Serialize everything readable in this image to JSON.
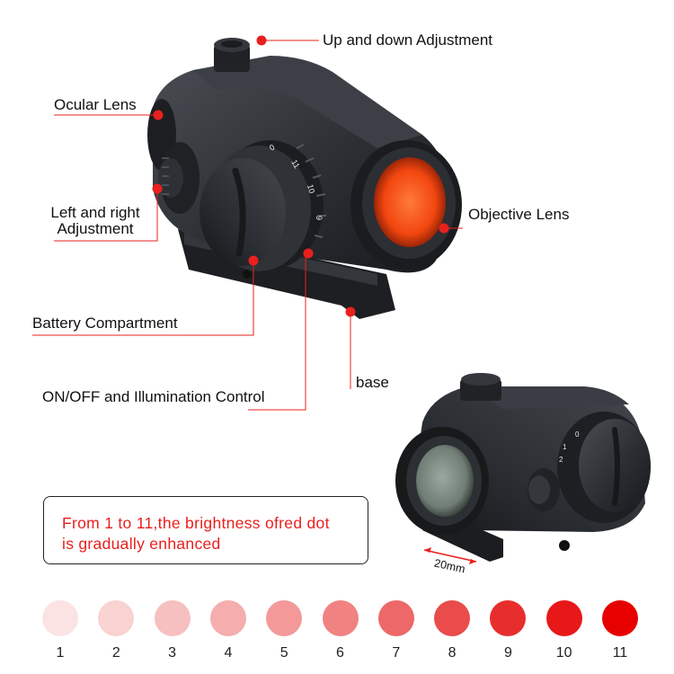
{
  "labels": {
    "up_down": "Up and down Adjustment",
    "ocular": "Ocular Lens",
    "left_right_1": "Left and right",
    "left_right_2": "Adjustment",
    "objective": "Objective Lens",
    "battery": "Battery Compartment",
    "base": "base",
    "onoff": "ON/OFF and Illumination Control"
  },
  "dimension": "20mm",
  "dial_marks": [
    "0",
    "11",
    "10",
    "9"
  ],
  "dial_marks_small": [
    "0",
    "1",
    "2"
  ],
  "note": {
    "line1": "From 1 to 11,the brightness ofred dot",
    "line2": "is gradually enhanced"
  },
  "brightness_levels": [
    {
      "label": "1",
      "color": "#fbe3e3"
    },
    {
      "label": "2",
      "color": "#f9d2d2"
    },
    {
      "label": "3",
      "color": "#f7c0c0"
    },
    {
      "label": "4",
      "color": "#f5adad"
    },
    {
      "label": "5",
      "color": "#f39999"
    },
    {
      "label": "6",
      "color": "#f08282"
    },
    {
      "label": "7",
      "color": "#ed6868"
    },
    {
      "label": "8",
      "color": "#ea4b4b"
    },
    {
      "label": "9",
      "color": "#e82d2d"
    },
    {
      "label": "10",
      "color": "#e81818"
    },
    {
      "label": "11",
      "color": "#e60000"
    }
  ],
  "colors": {
    "accent": "#e8201e",
    "body": "#2a2d31"
  }
}
